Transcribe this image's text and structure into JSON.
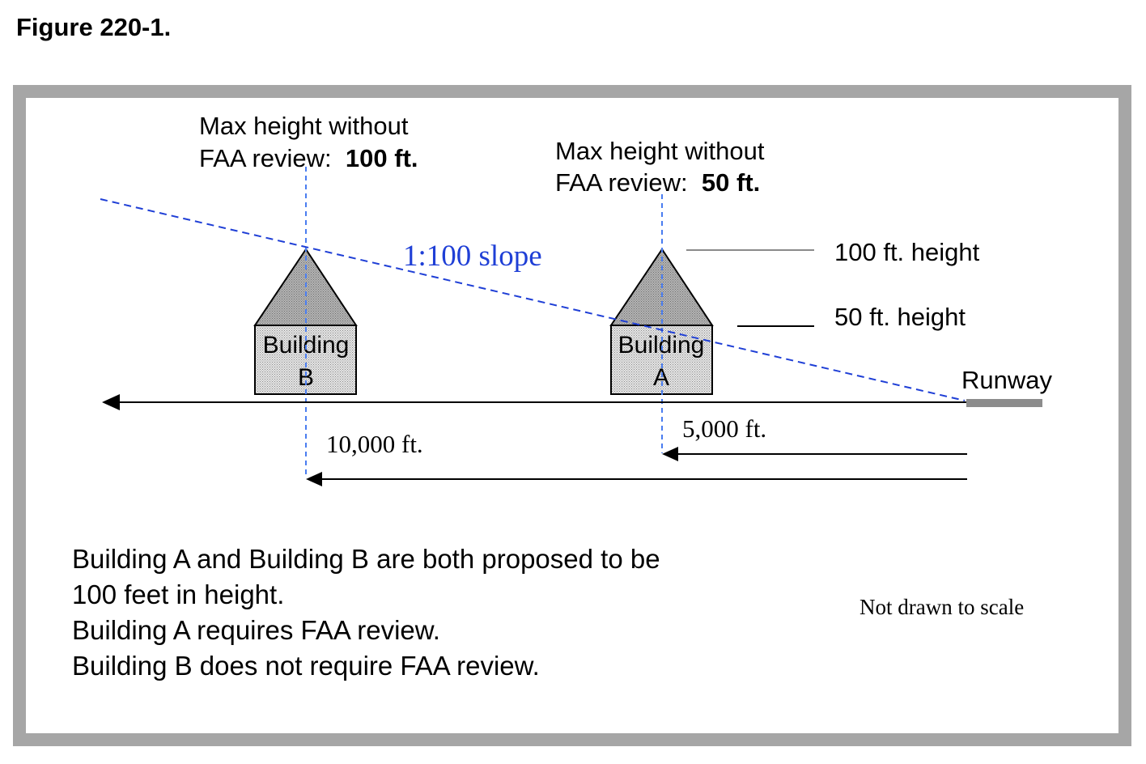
{
  "figure_title": "Figure 220-1.",
  "building_b": {
    "label_line1": "Building",
    "label_line2": "B",
    "max_height_line1": "Max height without",
    "max_height_prefix": "FAA review:  ",
    "max_height_value": "100 ft.",
    "distance_label": "10,000 ft."
  },
  "building_a": {
    "label_line1": "Building",
    "label_line2": "A",
    "max_height_line1": "Max height without",
    "max_height_prefix": "FAA review:  ",
    "max_height_value": "50 ft.",
    "distance_label": "5,000 ft."
  },
  "slope_label": "1:100 slope",
  "height_100_label": "100 ft. height",
  "height_50_label": "50 ft. height",
  "runway_label": "Runway",
  "notes": [
    "Building A and Building B are both proposed to be",
    "100 feet in height.",
    "Building A requires FAA review.",
    "Building B does not require FAA review."
  ],
  "scale_note": "Not drawn to scale",
  "colors": {
    "frame": "#a6a6a6",
    "slope_line": "#1f3fd6",
    "vertical_dash": "#4a7df0",
    "roof_fill": "#a8a8a8",
    "building_fill": "#d4d4d4",
    "height_marker": "#8a8a8a",
    "runway": "#8c8c8c"
  }
}
